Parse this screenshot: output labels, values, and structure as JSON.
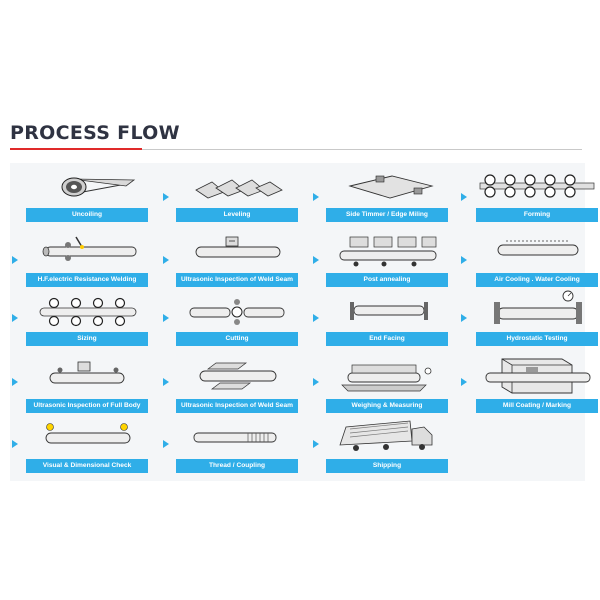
{
  "header": {
    "title": "PROCESS FLOW"
  },
  "colors": {
    "accent": "#2faee8",
    "underline": "#e02a2a",
    "title": "#2f3342"
  },
  "steps": [
    {
      "label": "Uncoiling",
      "icon": "coil-icon"
    },
    {
      "label": "Leveling",
      "icon": "leveling-plates-icon"
    },
    {
      "label": "Side Timmer / Edge Miling",
      "icon": "edge-milling-icon"
    },
    {
      "label": "Forming",
      "icon": "forming-rolls-icon"
    },
    {
      "label": "H.F.electric Resistance Welding",
      "icon": "welding-icon"
    },
    {
      "label": "Ultrasonic Inspection of Weld Seam",
      "icon": "ultrasonic-seam-icon"
    },
    {
      "label": "Post annealing",
      "icon": "annealing-icon"
    },
    {
      "label": "Air Cooling . Water Cooling",
      "icon": "cooling-icon"
    },
    {
      "label": "Sizing",
      "icon": "sizing-rolls-icon"
    },
    {
      "label": "Cutting",
      "icon": "cutting-icon"
    },
    {
      "label": "End Facing",
      "icon": "end-facing-icon"
    },
    {
      "label": "Hydrostatic Testing",
      "icon": "hydrostatic-icon"
    },
    {
      "label": "Ultrasonic Inspection of Full Body",
      "icon": "ultrasonic-body-icon"
    },
    {
      "label": "Ultrasonic Inspection of Weld Seam",
      "icon": "ultrasonic-seam-2-icon"
    },
    {
      "label": "Weighing & Measuring",
      "icon": "weighing-icon"
    },
    {
      "label": "Mill Coating / Marking",
      "icon": "coating-icon"
    },
    {
      "label": "Visual & Dimensional Check",
      "icon": "visual-check-icon"
    },
    {
      "label": "Thread / Coupling",
      "icon": "thread-icon"
    },
    {
      "label": "Shipping",
      "icon": "truck-icon"
    }
  ]
}
